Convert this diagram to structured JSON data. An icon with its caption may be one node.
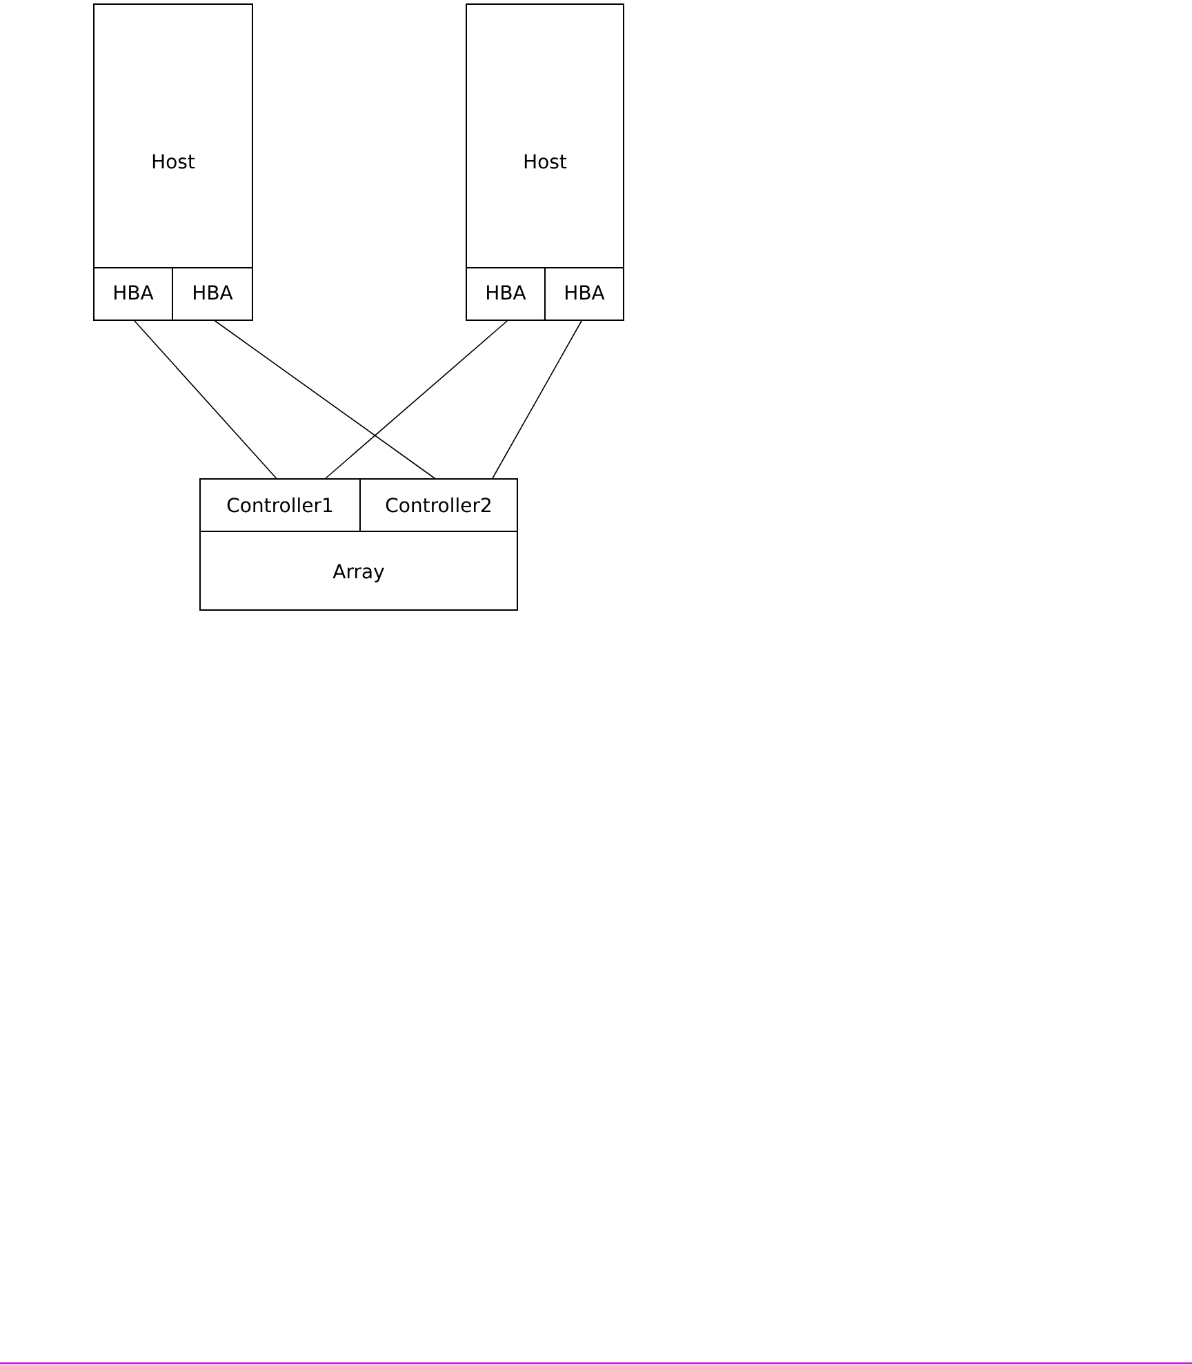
{
  "diagram": {
    "nodes": [
      {
        "text": [
          "Host"
        ]
      },
      {
        "text": [
          "HBA"
        ],
        "in": 0
      },
      {
        "text": [
          "HBA"
        ],
        "in": 0
      },
      {
        "text": [
          "Host"
        ]
      },
      {
        "text": [
          "HBA"
        ],
        "in": 3
      },
      {
        "text": [
          "HBA"
        ],
        "in": 3
      },
      {
        "text": [
          "Array"
        ]
      },
      {
        "text": [
          "Controller1"
        ],
        "in": 6
      },
      {
        "text": [
          "Controller2"
        ],
        "in": 6
      }
    ],
    "edges": [
      {
        "from": 1,
        "to": 7,
        "arrow": "none"
      },
      {
        "from": 2,
        "to": 8,
        "arrow": "none"
      },
      {
        "from": 4,
        "to": 7,
        "arrow": "none"
      },
      {
        "from": 5,
        "to": 8,
        "arrow": "none"
      }
    ]
  }
}
